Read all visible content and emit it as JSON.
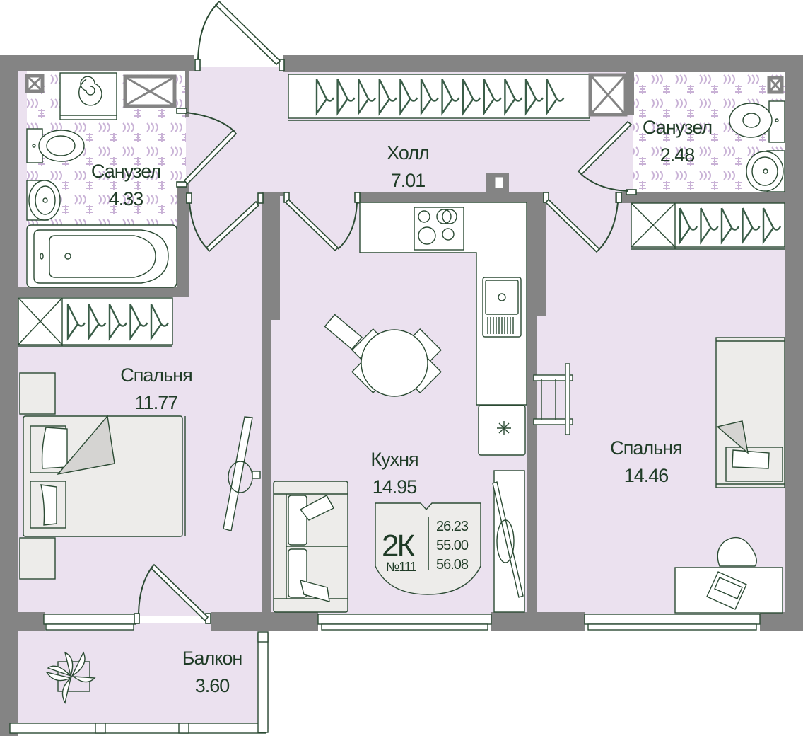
{
  "plan": {
    "apartment_type": "2К",
    "apartment_number": "№111",
    "areas": {
      "living": "26.23",
      "total": "55.00",
      "total_with_balcony": "56.08"
    },
    "colors": {
      "wall": "#848484",
      "floor": "#ebe1ef",
      "text": "#1f3b26",
      "furniture_stroke": "#2b4a33",
      "furniture_fill": "#edecea"
    },
    "rooms": [
      {
        "id": "bathroom-1",
        "name": "Санузел",
        "area": "4.33"
      },
      {
        "id": "hall",
        "name": "Холл",
        "area": "7.01"
      },
      {
        "id": "bathroom-2",
        "name": "Санузел",
        "area": "2.48"
      },
      {
        "id": "bedroom-1",
        "name": "Спальня",
        "area": "11.77"
      },
      {
        "id": "kitchen",
        "name": "Кухня",
        "area": "14.95"
      },
      {
        "id": "bedroom-2",
        "name": "Спальня",
        "area": "14.46"
      },
      {
        "id": "balcony",
        "name": "Балкон",
        "area": "3.60"
      }
    ]
  }
}
